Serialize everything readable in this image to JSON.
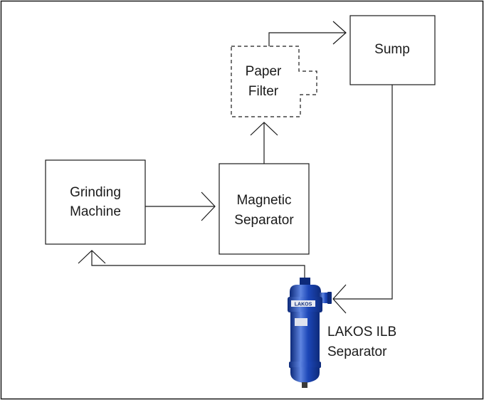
{
  "nodes": {
    "grinding_machine": {
      "line1": "Grinding",
      "line2": "Machine"
    },
    "magnetic_separator": {
      "line1": "Magnetic",
      "line2": "Separator"
    },
    "paper_filter": {
      "line1": "Paper",
      "line2": "Filter"
    },
    "sump": {
      "label": "Sump"
    },
    "lakos_separator": {
      "line1": "LAKOS ILB",
      "line2": "Separator",
      "device_badge": "LAKOS"
    }
  },
  "colors": {
    "stroke": "#1a1a1a",
    "device_blue": "#1d47b8",
    "device_dark": "#0d2a7a",
    "device_highlight": "#5f85e0"
  },
  "icons": {
    "arrowhead": "open-chevron-arrowhead",
    "device": "lakos-ilb-separator-photo"
  }
}
